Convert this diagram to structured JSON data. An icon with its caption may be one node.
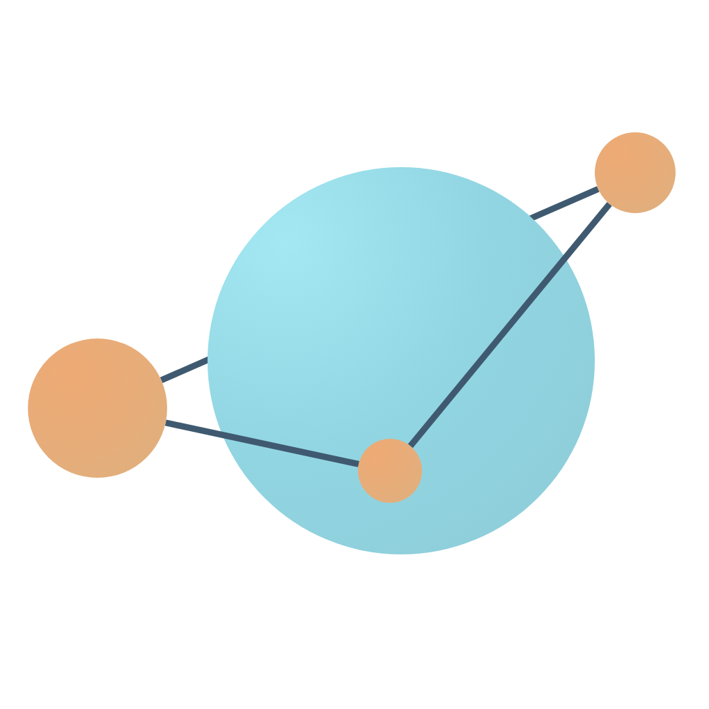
{
  "diagram": {
    "nodes": [
      {
        "text": [],
        "shape": "circle"
      },
      {
        "text": [],
        "shape": "circle"
      },
      {
        "text": [],
        "shape": "circle",
        "in": 0
      },
      {
        "text": [],
        "shape": "circle"
      }
    ],
    "edges": [
      {
        "from": 1,
        "to": 3,
        "arrow": "none"
      },
      {
        "from": 1,
        "to": 2,
        "arrow": "none"
      },
      {
        "from": 2,
        "to": 3,
        "arrow": "none"
      }
    ]
  }
}
